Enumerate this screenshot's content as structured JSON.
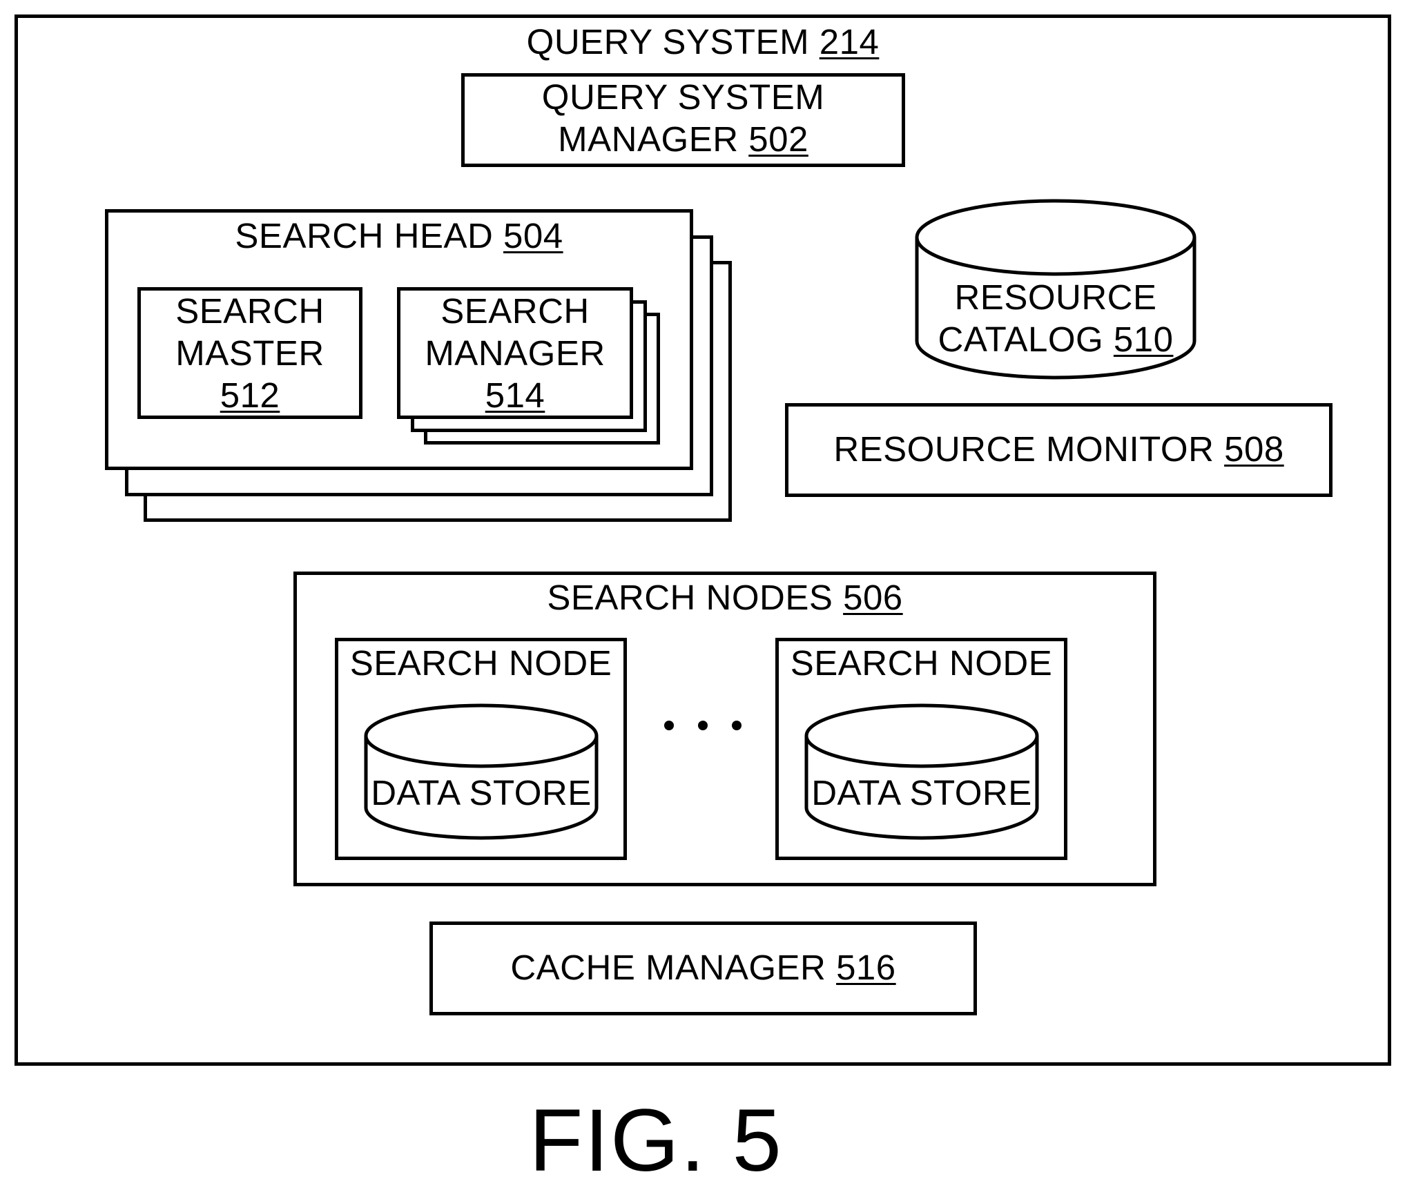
{
  "query_system": {
    "name": "QUERY SYSTEM",
    "ref": "214"
  },
  "query_system_manager": {
    "line1": "QUERY SYSTEM",
    "line2": "MANAGER",
    "ref": "502"
  },
  "search_head": {
    "name": "SEARCH HEAD",
    "ref": "504"
  },
  "search_master": {
    "line1": "SEARCH",
    "line2": "MASTER",
    "ref": "512"
  },
  "search_manager": {
    "line1": "SEARCH",
    "line2": "MANAGER",
    "ref": "514"
  },
  "resource_catalog": {
    "line1": "RESOURCE",
    "line2": "CATALOG",
    "ref": "510"
  },
  "resource_monitor": {
    "name": "RESOURCE MONITOR",
    "ref": "508"
  },
  "search_nodes": {
    "name": "SEARCH NODES",
    "ref": "506",
    "nodes": [
      {
        "label": "SEARCH NODE",
        "store": "DATA STORE"
      },
      {
        "label": "SEARCH NODE",
        "store": "DATA STORE"
      }
    ]
  },
  "cache_manager": {
    "name": "CACHE MANAGER",
    "ref": "516"
  },
  "figure_label": "FIG. 5"
}
